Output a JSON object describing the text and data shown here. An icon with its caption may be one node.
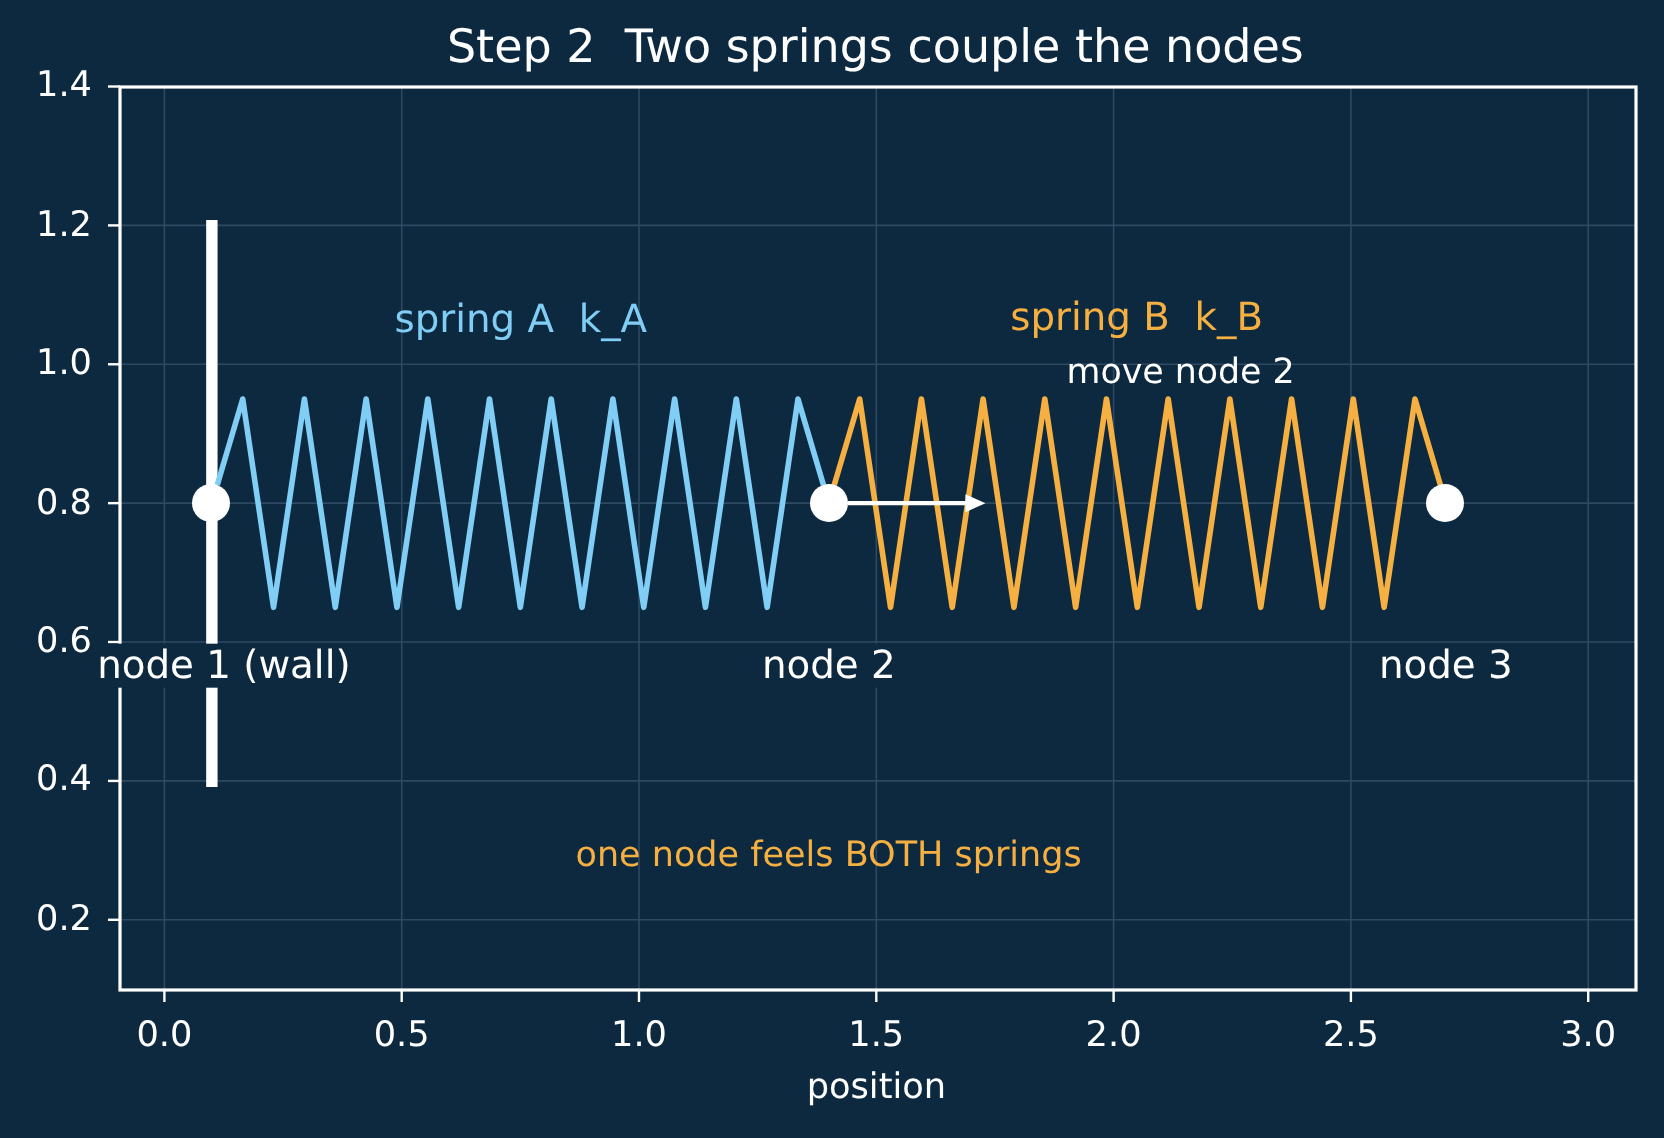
{
  "diagram": {
    "title": "Step 2  Two springs couple the nodes",
    "nodes": [
      {
        "text": [],
        "shape": "circle",
        "beside": [
          "node 1 (wall)"
        ]
      },
      {
        "text": [],
        "shape": "circle",
        "beside": [
          "node 2"
        ]
      },
      {
        "text": [],
        "shape": "circle",
        "beside": [
          "node 3"
        ]
      }
    ],
    "edges": [
      {
        "from": 0,
        "to": 1,
        "arrow": "none",
        "label": "spring A  k_A",
        "color": "#80cdf5"
      },
      {
        "from": 1,
        "to": 2,
        "arrow": "none",
        "label": "spring B  k_B",
        "color": "#f5b041"
      }
    ],
    "labels": [
      "1.4",
      "1.2",
      "1.0",
      "0.8",
      "0.6",
      "0.4",
      "0.2",
      "move node 2",
      "one node feels BOTH springs",
      "0.0",
      "0.5",
      "1.0",
      "1.5",
      "2.0",
      "2.5",
      "3.0",
      "position"
    ]
  }
}
